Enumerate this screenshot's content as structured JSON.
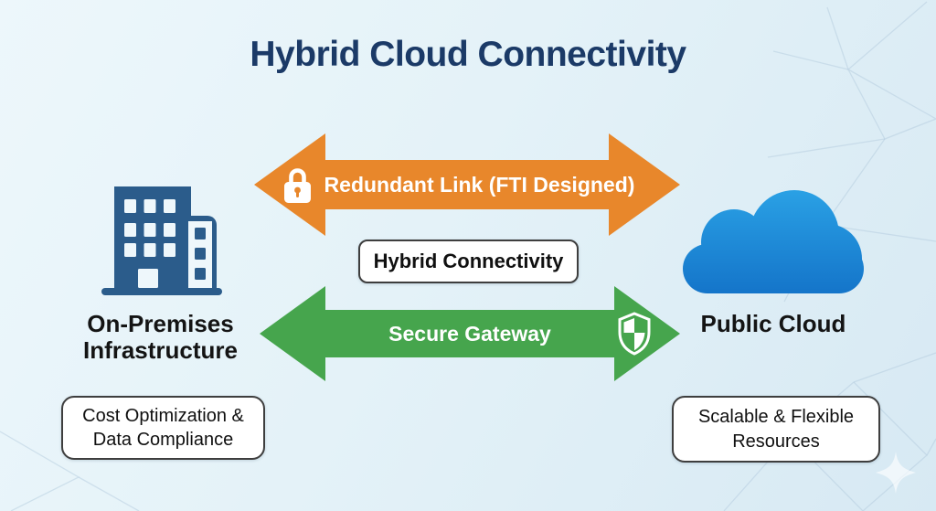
{
  "title": "Hybrid Cloud Connectivity",
  "nodes": {
    "on_premises": {
      "icon": "building-icon",
      "label_line1": "On-Premises",
      "label_line2": "Infrastructure"
    },
    "public_cloud": {
      "icon": "cloud-icon",
      "label": "Public Cloud"
    }
  },
  "connections": [
    {
      "id": "redundant-link",
      "label": "Redundant Link (FTI Designed)",
      "icon": "lock-icon",
      "direction": "bidirectional",
      "color": "#E8872B"
    },
    {
      "id": "secure-gateway",
      "label": "Secure Gateway",
      "icon": "shield-icon",
      "direction": "bidirectional",
      "color": "#46A54D"
    }
  ],
  "center_box": {
    "label": "Hybrid Connectivity"
  },
  "benefit_boxes": {
    "left": {
      "line1": "Cost Optimization &",
      "line2": "Data Compliance"
    },
    "right": {
      "line1": "Scalable & Flexible",
      "line2": "Resources"
    }
  },
  "colors": {
    "title": "#1B3A67",
    "orange_arrow": "#E8872B",
    "green_arrow": "#46A54D",
    "building_blue": "#2B5C8B",
    "cloud_blue_top": "#2AA1E5",
    "cloud_blue_bottom": "#1474C9",
    "background_light": "#EDF7FB",
    "background_dark": "#D7E9F3"
  }
}
